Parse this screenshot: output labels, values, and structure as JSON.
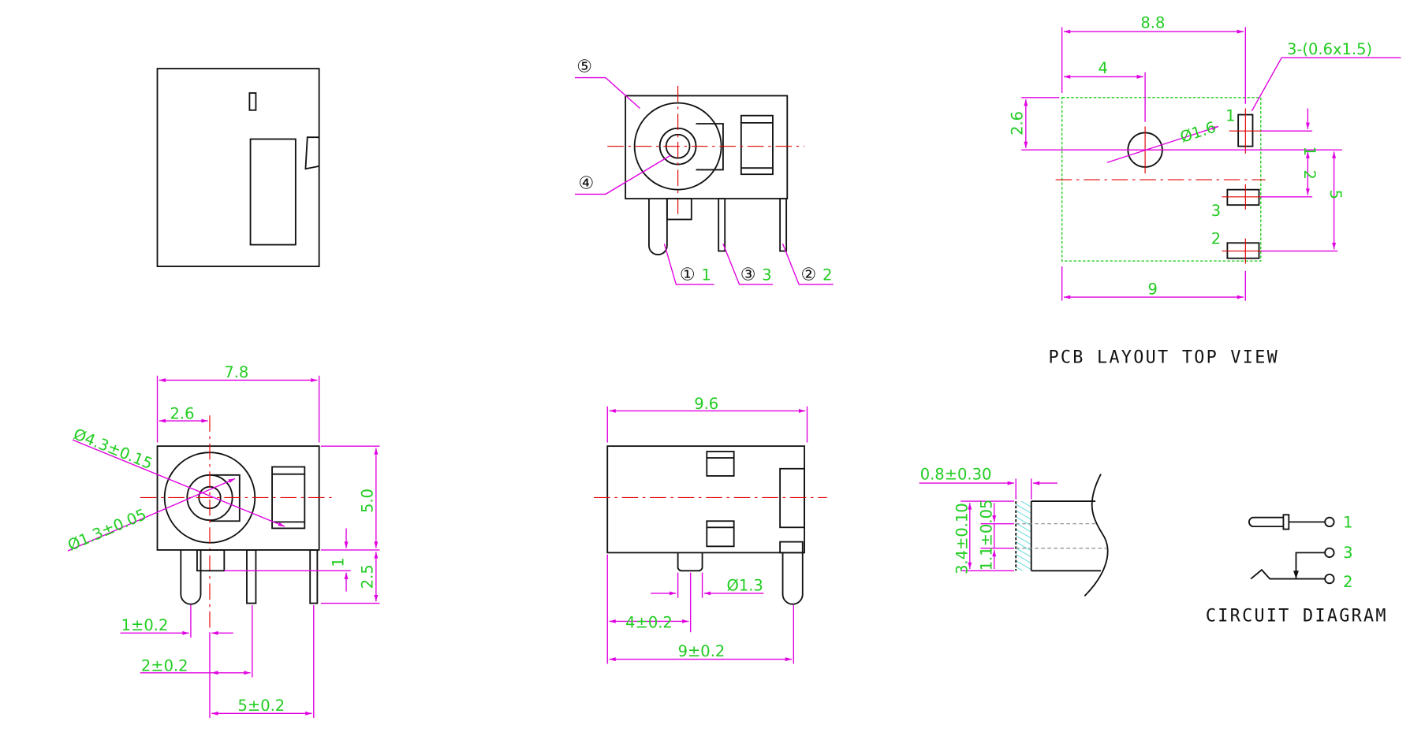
{
  "colors": {
    "outline": "#111111",
    "dimension": "#e000e0",
    "centerline": "#e00000",
    "text": "#22cc22",
    "hatch": "#22cccc"
  },
  "top_view": {},
  "front_view": {
    "callouts": [
      "⑤",
      "④",
      "①",
      "③",
      "②"
    ],
    "pin_numbers": [
      "1",
      "3",
      "2"
    ]
  },
  "pcb_layout": {
    "title": "PCB LAYOUT TOP VIEW",
    "dims": {
      "width_top": "8.8",
      "hole_offset": "4",
      "width_bottom": "9",
      "hole_height": "2.6",
      "pin1_offset": "1",
      "pin3_offset": "2",
      "pin2_offset": "5",
      "hole_dia": "Ø1.6",
      "pads": "3-(0.6x1.5)"
    },
    "pad_labels": [
      "1",
      "3",
      "2"
    ]
  },
  "front_dims": {
    "width": "7.8",
    "center": "2.6",
    "outer_dia": "Ø4.3±0.15",
    "pin_dia": "Ø1.3±0.05",
    "height": "5.0",
    "pin_len": "2.5",
    "pin_step": "1",
    "d1": "1±0.2",
    "d2": "2±0.2",
    "d3": "5±0.2"
  },
  "side_dims": {
    "length": "9.6",
    "pin_dia": "Ø1.3",
    "d1": "4±0.2",
    "d2": "9±0.2"
  },
  "section_dims": {
    "thickness": "0.8±0.30",
    "outer": "3.4±0.10",
    "inner": "1.1±0.05"
  },
  "circuit": {
    "title": "CIRCUIT DIAGRAM",
    "pins": [
      "1",
      "3",
      "2"
    ]
  }
}
